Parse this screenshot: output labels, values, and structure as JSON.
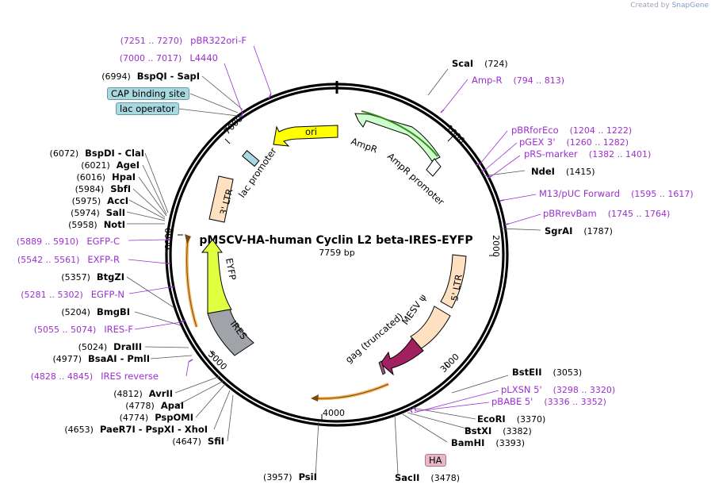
{
  "credit": {
    "prefix": "Created by",
    "brand": "SnapGene"
  },
  "plasmid": {
    "name": "pMSCV-HA-human Cyclin L2 beta-IRES-EYFP",
    "length_label": "7759 bp",
    "length": 7759
  },
  "ticks": [
    "1000",
    "2000",
    "3000",
    "4000",
    "5000",
    "6000",
    "7000"
  ],
  "sites": [
    {
      "name": "ScaI",
      "pos": "(724)"
    },
    {
      "name": "NdeI",
      "pos": "(1415)"
    },
    {
      "name": "SgrAI",
      "pos": "(1787)"
    },
    {
      "name": "BstEII",
      "pos": "(3053)"
    },
    {
      "name": "EcoRI",
      "pos": "(3370)"
    },
    {
      "name": "BstXI",
      "pos": "(3382)"
    },
    {
      "name": "BamHI",
      "pos": "(3393)"
    },
    {
      "name": "SacII",
      "pos": "(3478)"
    },
    {
      "name": "PsiI",
      "pos": "(3957)"
    },
    {
      "name": "SfiI",
      "pos": "(4647)"
    },
    {
      "name": "PaeR7I  -  PspXI  -  XhoI",
      "pos": "(4653)"
    },
    {
      "name": "PspOMI",
      "pos": "(4774)"
    },
    {
      "name": "ApaI",
      "pos": "(4778)"
    },
    {
      "name": "AvrII",
      "pos": "(4812)"
    },
    {
      "name": "BsaAI  -  PmlI",
      "pos": "(4977)"
    },
    {
      "name": "DraIII",
      "pos": "(5024)"
    },
    {
      "name": "BmgBI",
      "pos": "(5204)"
    },
    {
      "name": "BtgZI",
      "pos": "(5357)"
    },
    {
      "name": "NotI",
      "pos": "(5958)"
    },
    {
      "name": "SalI",
      "pos": "(5974)"
    },
    {
      "name": "AccI",
      "pos": "(5975)"
    },
    {
      "name": "SbfI",
      "pos": "(5984)"
    },
    {
      "name": "HpaI",
      "pos": "(6016)"
    },
    {
      "name": "AgeI",
      "pos": "(6021)"
    },
    {
      "name": "BspDI  -  ClaI",
      "pos": "(6072)"
    },
    {
      "name": "BspQI  -  SapI",
      "pos": "(6994)"
    }
  ],
  "primers": [
    {
      "name": "Amp-R",
      "range": "(794 .. 813)"
    },
    {
      "name": "pBRforEco",
      "range": "(1204 .. 1222)"
    },
    {
      "name": "pGEX 3'",
      "range": "(1260 .. 1282)"
    },
    {
      "name": "pRS-marker",
      "range": "(1382 .. 1401)"
    },
    {
      "name": "M13/pUC Forward",
      "range": "(1595 .. 1617)"
    },
    {
      "name": "pBRrevBam",
      "range": "(1745 .. 1764)"
    },
    {
      "name": "pLXSN 5'",
      "range": "(3298 .. 3320)"
    },
    {
      "name": "pBABE 5'",
      "range": "(3336 .. 3352)"
    },
    {
      "name": "IRES reverse",
      "range": "(4828 .. 4845)"
    },
    {
      "name": "IRES-F",
      "range": "(5055 .. 5074)"
    },
    {
      "name": "EGFP-N",
      "range": "(5281 .. 5302)"
    },
    {
      "name": "EXFP-R",
      "range": "(5542 .. 5561)"
    },
    {
      "name": "EGFP-C",
      "range": "(5889 .. 5910)"
    },
    {
      "name": "L4440",
      "range": "(7000 .. 7017)"
    },
    {
      "name": "pBR322ori-F",
      "range": "(7251 .. 7270)"
    }
  ],
  "features": {
    "ori": "ori",
    "ampr": "AmpR",
    "ampr_promoter": "AmpR promoter",
    "lac_promoter": "lac promoter",
    "ltr3": "3' LTR",
    "ltr5": "5' LTR",
    "eyfp": "EYFP",
    "ires": "IRES",
    "mesv": "MESV ψ",
    "gag": "gag (truncated)"
  },
  "boxed_labels": {
    "cap": "CAP binding site",
    "lacop": "lac operator",
    "ha": "HA"
  },
  "colors": {
    "ori": "#ffff00",
    "ampr": "#ccffcc",
    "ltr": "#ffe0c0",
    "eyfp": "#e0ff40",
    "ires": "#a0a4a8",
    "gag": "#a02060",
    "primer": "#9b30d0",
    "box": "#a8d8e0",
    "ha": "#e8b8c8"
  }
}
